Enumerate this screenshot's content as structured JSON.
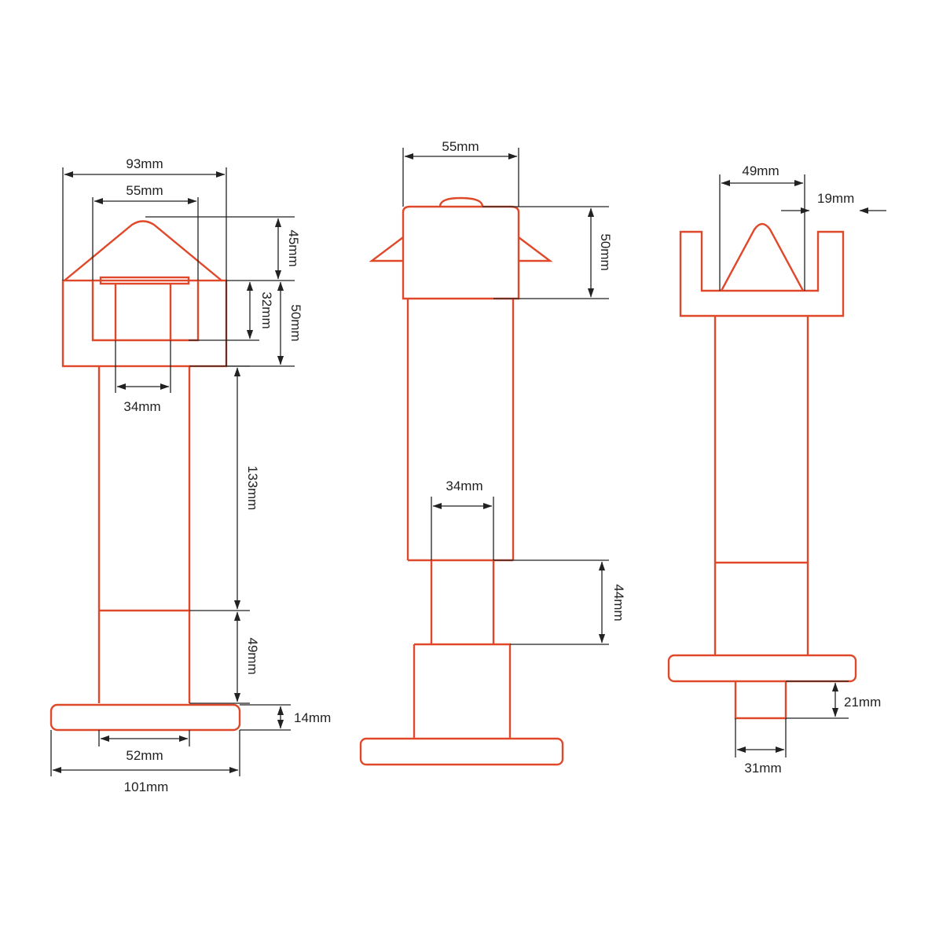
{
  "diagram": {
    "views": [
      {
        "name": "front-view",
        "labels": {
          "width_top": "93mm",
          "width_inner": "55mm",
          "cap_height": "45mm",
          "slot_height": "32mm",
          "head_height": "50mm",
          "slot_width": "34mm",
          "shaft_length": "133mm",
          "lower_length": "49mm",
          "base_thickness": "14mm",
          "shaft_width": "52mm",
          "base_width": "101mm"
        }
      },
      {
        "name": "side-view",
        "labels": {
          "head_width": "55mm",
          "head_height": "50mm",
          "neck_width": "34mm",
          "neck_height": "44mm"
        }
      },
      {
        "name": "end-view",
        "labels": {
          "saddle_width": "49mm",
          "wall_thickness": "19mm",
          "pin_height": "21mm",
          "pin_width": "31mm"
        }
      }
    ],
    "colors": {
      "outline": "#e0482a",
      "dimension": "#222222",
      "background": "#ffffff"
    }
  }
}
